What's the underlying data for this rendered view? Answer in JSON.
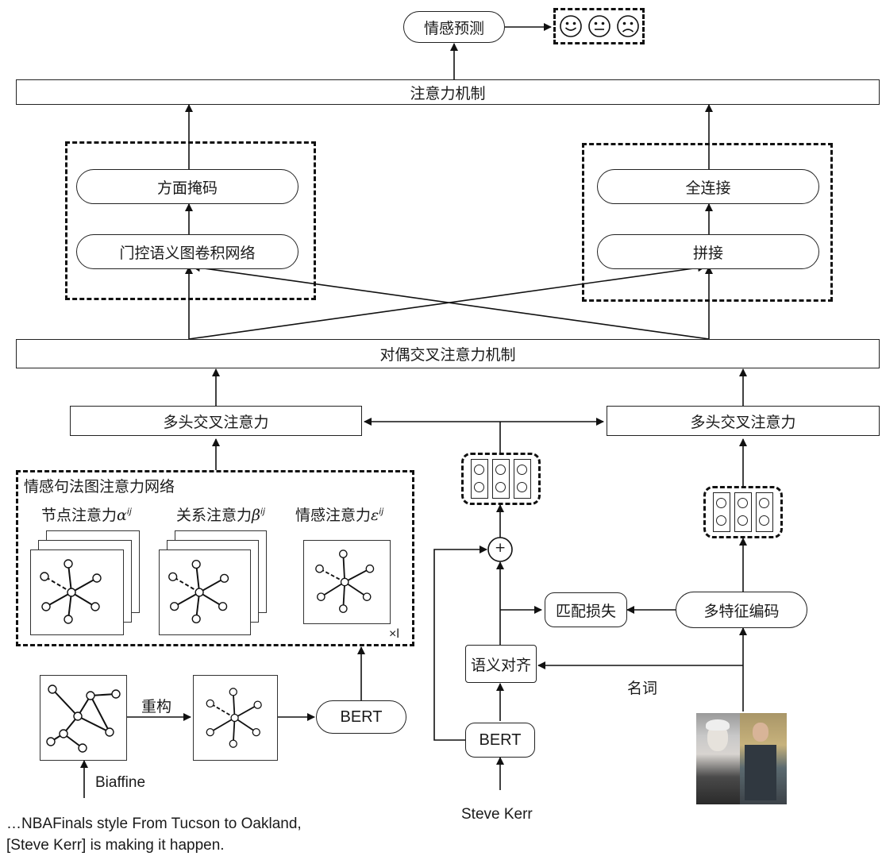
{
  "output": {
    "sentiment_prediction": "情感预测",
    "faces": [
      "positive-face-icon",
      "neutral-face-icon",
      "negative-face-icon"
    ]
  },
  "top_attention": "注意力机制",
  "left_branch": {
    "aspect_mask": "方面掩码",
    "gated_gcn": "门控语义图卷积网络"
  },
  "right_branch": {
    "fully_connected": "全连接",
    "concat": "拼接"
  },
  "dual_cross_attention": "对偶交叉注意力机制",
  "left_mhca": "多头交叉注意力",
  "right_mhca": "多头交叉注意力",
  "sentiment_graph": {
    "title": "情感句法图注意力网络",
    "node_attention": "节点注意力",
    "node_attention_sym": "α",
    "relation_attention": "关系注意力",
    "relation_attention_sym": "β",
    "emotion_attention": "情感注意力",
    "emotion_attention_sym": "ε",
    "superscript": "ij",
    "repeat": "×l"
  },
  "text_pipeline": {
    "reconstruct": "重构",
    "bert": "BERT",
    "biaffine": "Biaffine",
    "sentence_line1": "…NBAFinals style From Tucson to Oakland,",
    "sentence_line2": "[Steve Kerr] is making it happen."
  },
  "middle": {
    "match_loss": "匹配损失",
    "semantic_align": "语义对齐",
    "bert": "BERT",
    "entity": "Steve Kerr",
    "noun": "名词",
    "plus": "+"
  },
  "image_branch": {
    "multi_feature_encoding": "多特征编码"
  }
}
